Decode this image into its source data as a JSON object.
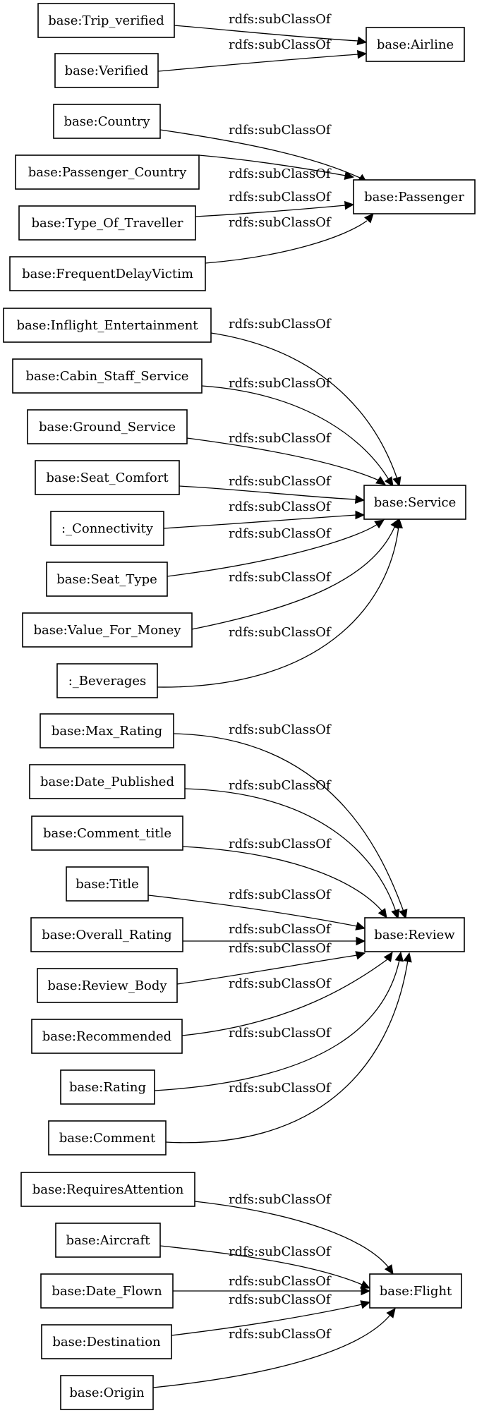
{
  "diagram": {
    "nodes": [
      {
        "id": "trip_verified",
        "label": "base:Trip_verified"
      },
      {
        "id": "verified",
        "label": "base:Verified"
      },
      {
        "id": "airline",
        "label": "base:Airline"
      },
      {
        "id": "country",
        "label": "base:Country"
      },
      {
        "id": "passenger_country",
        "label": "base:Passenger_Country"
      },
      {
        "id": "type_of_traveller",
        "label": "base:Type_Of_Traveller"
      },
      {
        "id": "frequent_delay_victim",
        "label": "base:FrequentDelayVictim"
      },
      {
        "id": "passenger",
        "label": "base:Passenger"
      },
      {
        "id": "inflight_entertainment",
        "label": "base:Inflight_Entertainment"
      },
      {
        "id": "cabin_staff_service",
        "label": "base:Cabin_Staff_Service"
      },
      {
        "id": "ground_service",
        "label": "base:Ground_Service"
      },
      {
        "id": "seat_comfort",
        "label": "base:Seat_Comfort"
      },
      {
        "id": "connectivity",
        "label": ":_Connectivity"
      },
      {
        "id": "seat_type",
        "label": "base:Seat_Type"
      },
      {
        "id": "value_for_money",
        "label": "base:Value_For_Money"
      },
      {
        "id": "beverages",
        "label": ":_Beverages"
      },
      {
        "id": "service",
        "label": "base:Service"
      },
      {
        "id": "max_rating",
        "label": "base:Max_Rating"
      },
      {
        "id": "date_published",
        "label": "base:Date_Published"
      },
      {
        "id": "comment_title",
        "label": "base:Comment_title"
      },
      {
        "id": "title",
        "label": "base:Title"
      },
      {
        "id": "overall_rating",
        "label": "base:Overall_Rating"
      },
      {
        "id": "review_body",
        "label": "base:Review_Body"
      },
      {
        "id": "recommended",
        "label": "base:Recommended"
      },
      {
        "id": "rating",
        "label": "base:Rating"
      },
      {
        "id": "comment",
        "label": "base:Comment"
      },
      {
        "id": "review",
        "label": "base:Review"
      },
      {
        "id": "requires_attention",
        "label": "base:RequiresAttention"
      },
      {
        "id": "aircraft",
        "label": "base:Aircraft"
      },
      {
        "id": "date_flown",
        "label": "base:Date_Flown"
      },
      {
        "id": "destination",
        "label": "base:Destination"
      },
      {
        "id": "origin",
        "label": "base:Origin"
      },
      {
        "id": "flight",
        "label": "base:Flight"
      }
    ],
    "edges": [
      {
        "from": "trip_verified",
        "to": "airline",
        "label": "rdfs:subClassOf"
      },
      {
        "from": "verified",
        "to": "airline",
        "label": "rdfs:subClassOf"
      },
      {
        "from": "country",
        "to": "passenger",
        "label": "rdfs:subClassOf"
      },
      {
        "from": "passenger_country",
        "to": "passenger",
        "label": "rdfs:subClassOf"
      },
      {
        "from": "type_of_traveller",
        "to": "passenger",
        "label": "rdfs:subClassOf"
      },
      {
        "from": "frequent_delay_victim",
        "to": "passenger",
        "label": "rdfs:subClassOf"
      },
      {
        "from": "inflight_entertainment",
        "to": "service",
        "label": "rdfs:subClassOf"
      },
      {
        "from": "cabin_staff_service",
        "to": "service",
        "label": "rdfs:subClassOf"
      },
      {
        "from": "ground_service",
        "to": "service",
        "label": "rdfs:subClassOf"
      },
      {
        "from": "seat_comfort",
        "to": "service",
        "label": "rdfs:subClassOf"
      },
      {
        "from": "connectivity",
        "to": "service",
        "label": "rdfs:subClassOf"
      },
      {
        "from": "seat_type",
        "to": "service",
        "label": "rdfs:subClassOf"
      },
      {
        "from": "value_for_money",
        "to": "service",
        "label": "rdfs:subClassOf"
      },
      {
        "from": "beverages",
        "to": "service",
        "label": "rdfs:subClassOf"
      },
      {
        "from": "max_rating",
        "to": "review",
        "label": "rdfs:subClassOf"
      },
      {
        "from": "date_published",
        "to": "review",
        "label": "rdfs:subClassOf"
      },
      {
        "from": "comment_title",
        "to": "review",
        "label": "rdfs:subClassOf"
      },
      {
        "from": "title",
        "to": "review",
        "label": "rdfs:subClassOf"
      },
      {
        "from": "overall_rating",
        "to": "review",
        "label": "rdfs:subClassOf"
      },
      {
        "from": "review_body",
        "to": "review",
        "label": "rdfs:subClassOf"
      },
      {
        "from": "recommended",
        "to": "review",
        "label": "rdfs:subClassOf"
      },
      {
        "from": "rating",
        "to": "review",
        "label": "rdfs:subClassOf"
      },
      {
        "from": "comment",
        "to": "review",
        "label": "rdfs:subClassOf"
      },
      {
        "from": "requires_attention",
        "to": "flight",
        "label": "rdfs:subClassOf"
      },
      {
        "from": "aircraft",
        "to": "flight",
        "label": "rdfs:subClassOf"
      },
      {
        "from": "date_flown",
        "to": "flight",
        "label": "rdfs:subClassOf"
      },
      {
        "from": "destination",
        "to": "flight",
        "label": "rdfs:subClassOf"
      },
      {
        "from": "origin",
        "to": "flight",
        "label": "rdfs:subClassOf"
      }
    ]
  }
}
